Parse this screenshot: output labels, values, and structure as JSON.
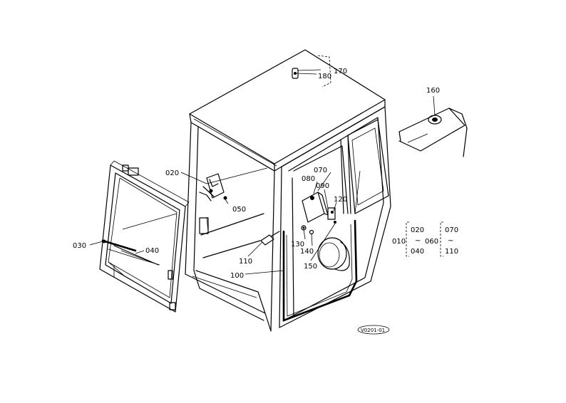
{
  "callouts": {
    "p010": "010",
    "p020": "020",
    "p030": "030",
    "p040": "040",
    "p050": "050",
    "p070": "070",
    "p080": "080",
    "p090": "090",
    "p100": "100",
    "p110": "110",
    "p120": "120",
    "p130": "130",
    "p140": "140",
    "p150": "150",
    "p160": "160",
    "p170": "170",
    "p180": "180"
  },
  "legend": {
    "a010": "010",
    "a020": "020",
    "a040": "040",
    "a060": "060",
    "a070": "070",
    "a110": "110",
    "tilde": "~"
  },
  "figure_code": "V0201-01"
}
